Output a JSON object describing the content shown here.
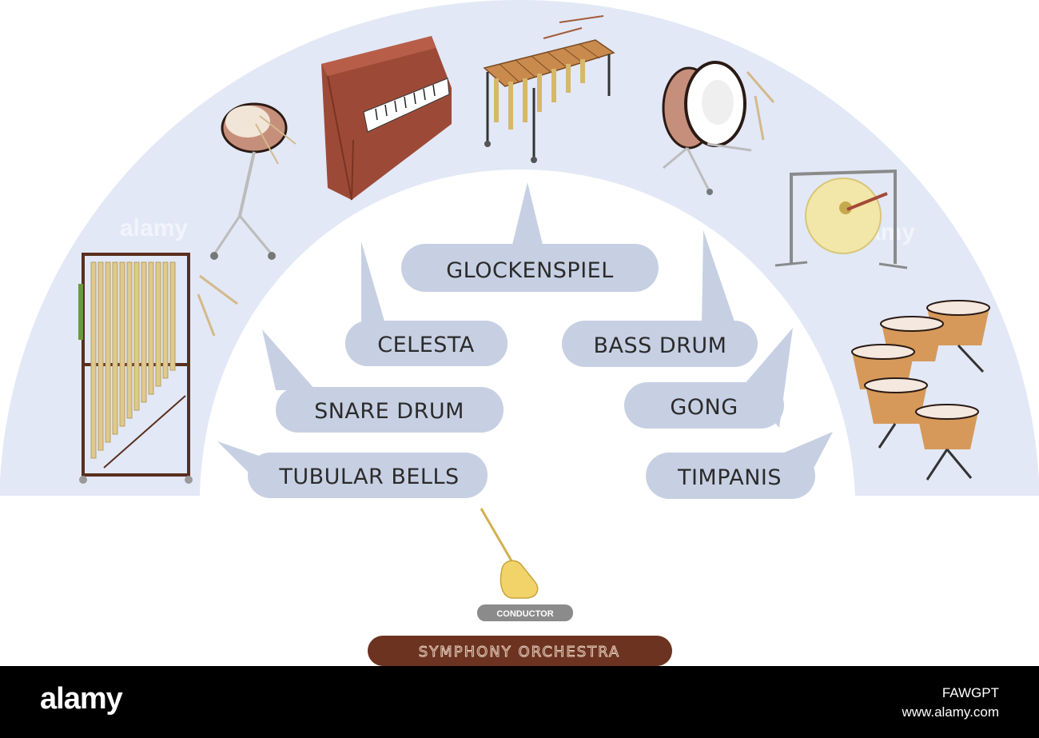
{
  "bubbles": {
    "glockenspiel": "GLOCKENSPIEL",
    "celesta": "CELESTA",
    "bass_drum": "BASS DRUM",
    "snare_drum": "SNARE DRUM",
    "gong": "GONG",
    "tubular_bells": "TUBULAR BELLS",
    "timpanis": "TIMPANIS"
  },
  "conductor_label": "CONDUCTOR",
  "title": "SYMPHONY ORCHESTRA",
  "watermark": "alamy",
  "footer": {
    "logo": "alamy",
    "image_id": "FAWGPT",
    "url": "www.alamy.com"
  },
  "colors": {
    "arc": "#e2e8f6",
    "bubble": "#c7d0e3",
    "title_bar": "#6b3320",
    "label_bar": "#8b8b8b"
  }
}
